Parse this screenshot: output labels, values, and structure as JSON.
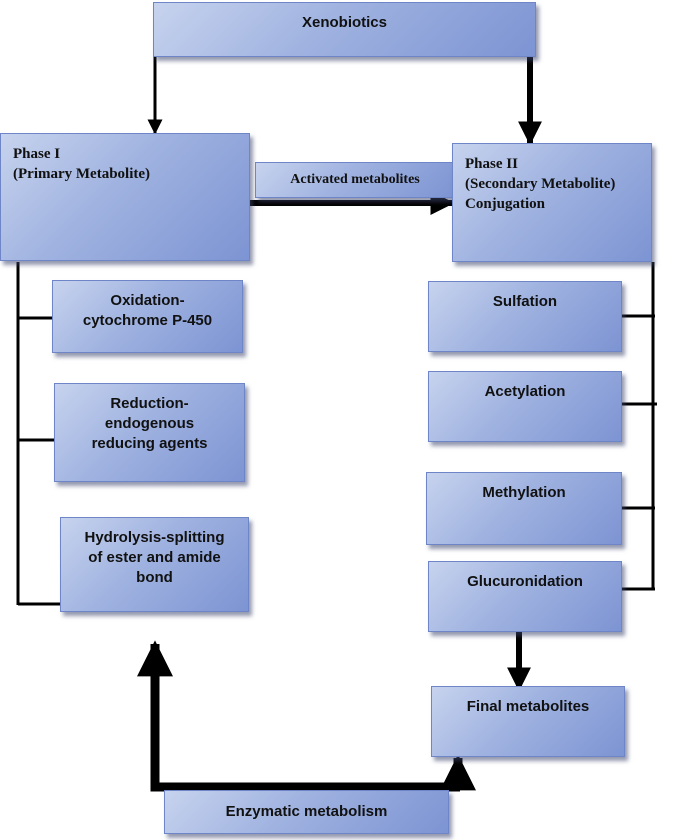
{
  "nodes": {
    "xenobiotics": "Xenobiotics",
    "phase1": "Phase I\n(Primary Metabolite)",
    "activated": "Activated metabolites",
    "phase2": "Phase II\n(Secondary Metabolite)\nConjugation",
    "oxidation": "Oxidation-\ncytochrome P-450",
    "reduction": "Reduction-\nendogenous\nreducing agents",
    "hydrolysis": "Hydrolysis-splitting\nof ester and amide\nbond",
    "sulfation": "Sulfation",
    "acetylation": "Acetylation",
    "methylation": "Methylation",
    "glucuronidation": "Glucuronidation",
    "final": "Final metabolites",
    "enzymatic": "Enzymatic metabolism"
  }
}
